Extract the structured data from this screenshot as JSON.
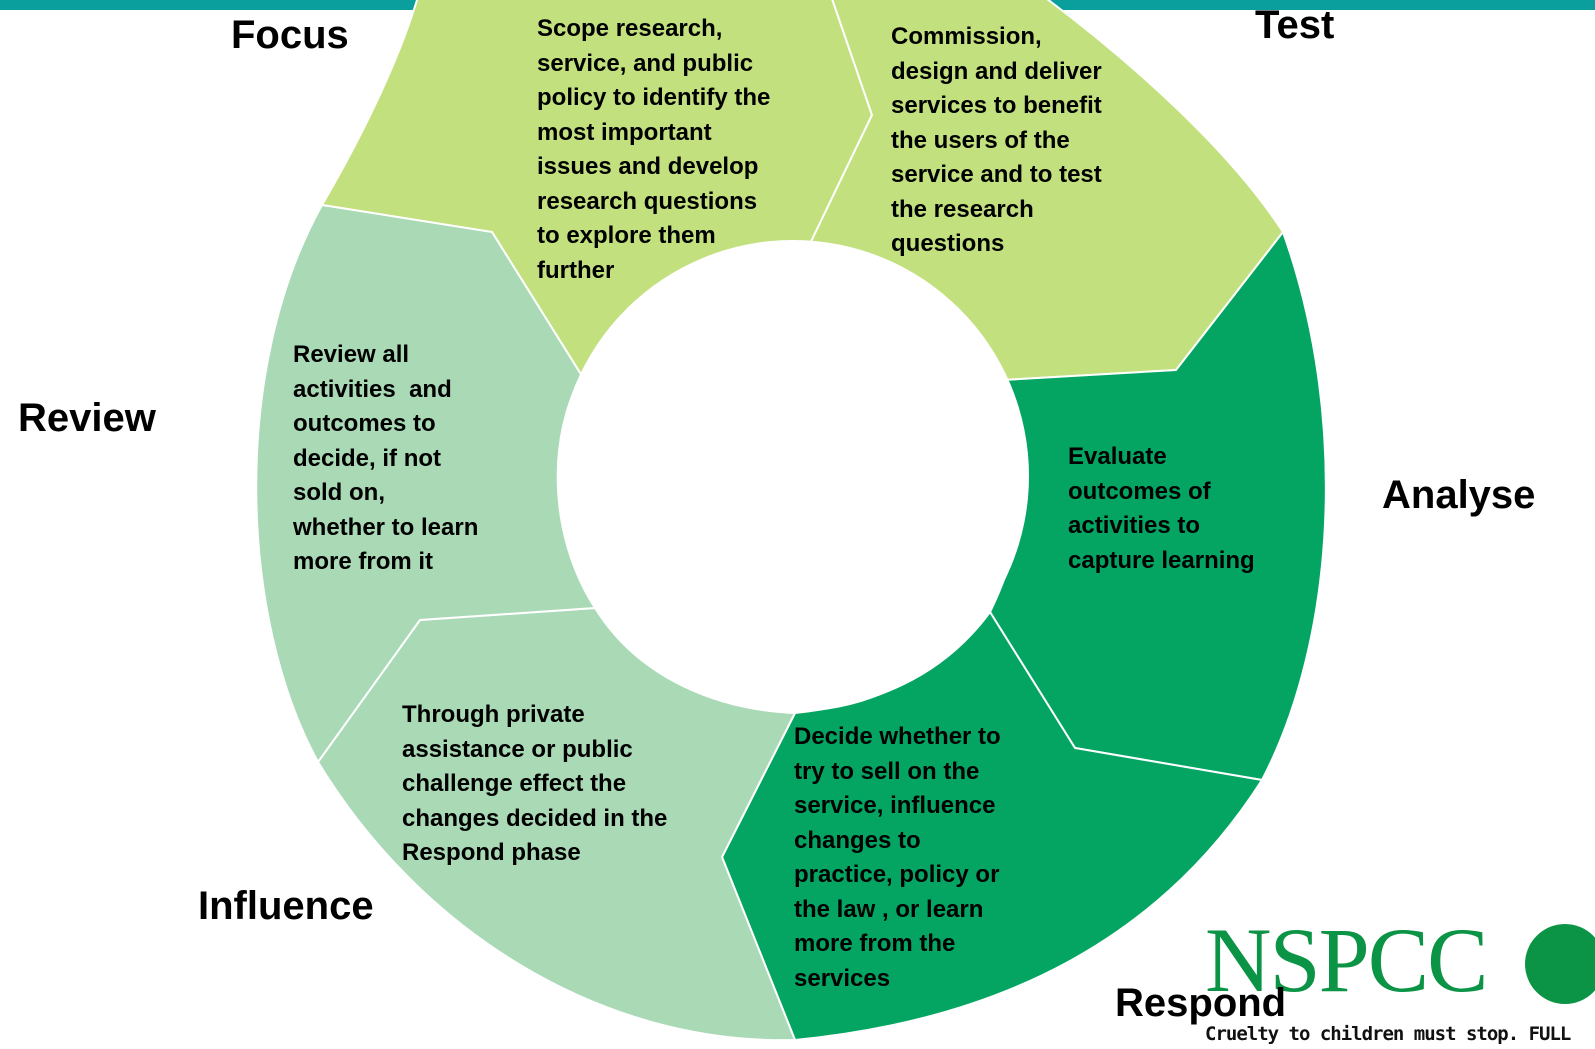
{
  "segments": [
    {
      "id": "focus",
      "phase": "Focus",
      "text": "Scope research,\nservice, and public\npolicy to identify the\nmost important\nissues and develop\nresearch questions\nto explore them\nfurther",
      "color": "#c2e07e"
    },
    {
      "id": "test",
      "phase": "Test",
      "text": "Commission,\ndesign and deliver\nservices to benefit\nthe users of the\nservice and to test\nthe research\nquestions",
      "color": "#c2e07e"
    },
    {
      "id": "analyse",
      "phase": "Analyse",
      "text": "Evaluate\noutcomes of\nactivities to\ncapture learning",
      "color": "#04a562"
    },
    {
      "id": "respond",
      "phase": "Respond",
      "text": "Decide whether to\ntry to sell on the\nservice, influence\nchanges to\npractice, policy or\nthe law , or learn\nmore from the\nservices",
      "color": "#04a562"
    },
    {
      "id": "influence",
      "phase": "Influence",
      "text": "Through private\nassistance or public\nchallenge effect the\nchanges decided in the\nRespond phase",
      "color": "#aad9b6"
    },
    {
      "id": "review",
      "phase": "Review",
      "text": "Review all\nactivities  and\noutcomes to\ndecide, if not\nsold on,\nwhether to learn\nmore from it",
      "color": "#aad9b6"
    }
  ],
  "logo": {
    "name": "NSPCC",
    "tagline": "Cruelty to children must stop. FULL",
    "color": "#0b9446"
  },
  "header": {
    "bar_color": "#0a9e9c",
    "accent_color": "#b7dd6c"
  }
}
